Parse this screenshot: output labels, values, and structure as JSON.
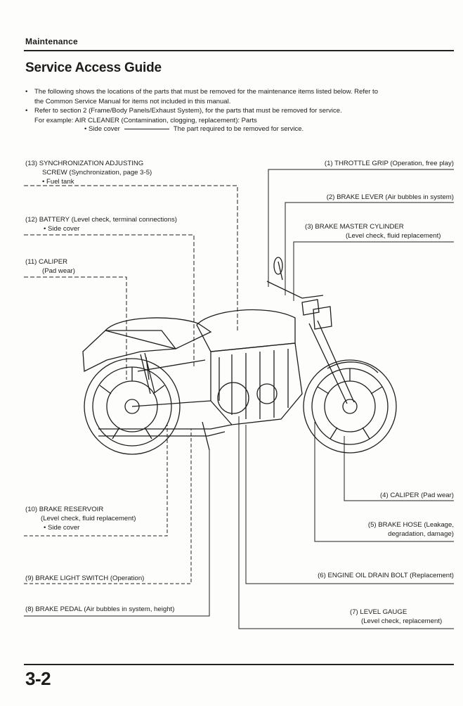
{
  "header": {
    "section": "Maintenance",
    "title": "Service Access Guide"
  },
  "intro": {
    "bullet1_line1": "The following shows the locations of the parts that must be removed for the maintenance items listed below. Refer to",
    "bullet1_line2": "the Common Service Manual for items not included in this manual.",
    "bullet2_line1": "Refer to section 2 (Frame/Body Panels/Exhaust System), for the parts that must be removed for service.",
    "bullet2_line2": "For example: AIR CLEANER (Contamination, clogging, replacement): Parts",
    "example_part": "• Side cover",
    "example_note": "The part required to be removed for service."
  },
  "callouts": {
    "c13": {
      "l1": "(13) SYNCHRONIZATION ADJUSTING",
      "l2": "SCREW (Synchronization, page 3-5)",
      "l3": "• Fuel tank"
    },
    "c12": {
      "l1": "(12) BATTERY (Level check, terminal connections)",
      "l2": "• Side cover"
    },
    "c11": {
      "l1": "(11) CALIPER",
      "l2": "(Pad wear)"
    },
    "c10": {
      "l1": "(10) BRAKE RESERVOIR",
      "l2": "(Level check, fluid replacement)",
      "l3": "• Side cover"
    },
    "c9": {
      "l1": "(9) BRAKE LIGHT SWITCH (Operation)"
    },
    "c8": {
      "l1": "(8) BRAKE PEDAL (Air bubbles in system, height)"
    },
    "c1": {
      "l1": "(1) THROTTLE GRIP (Operation, free play)"
    },
    "c2": {
      "l1": "(2) BRAKE LEVER (Air bubbles in system)"
    },
    "c3": {
      "l1": "(3) BRAKE MASTER CYLINDER",
      "l2": "(Level check, fluid replacement)"
    },
    "c4": {
      "l1": "(4) CALIPER (Pad wear)"
    },
    "c5": {
      "l1": "(5) BRAKE HOSE (Leakage,",
      "l2": "degradation, damage)"
    },
    "c6": {
      "l1": "(6) ENGINE OIL DRAIN BOLT (Replacement)"
    },
    "c7": {
      "l1": "(7) LEVEL GAUGE",
      "l2": "(Level check, replacement)"
    }
  },
  "footer": {
    "page_number": "3-2"
  }
}
